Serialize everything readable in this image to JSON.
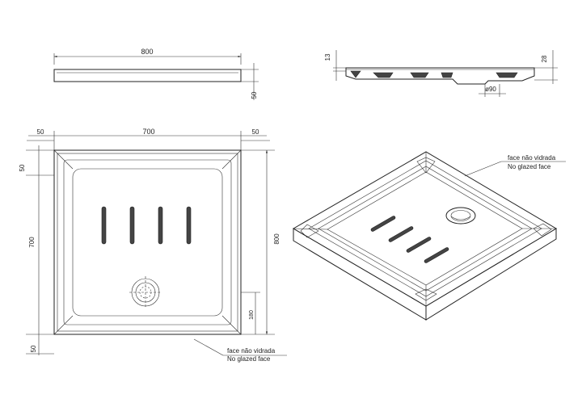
{
  "dimensions": {
    "top_width": "800",
    "top_height": "50",
    "side_height_small": "13",
    "side_height_large": "28",
    "drain_diameter": "ø90",
    "plan_margin_left": "50",
    "plan_inner_width": "700",
    "plan_margin_right": "50",
    "plan_margin_top": "50",
    "plan_inner_height": "700",
    "plan_margin_bottom": "50",
    "plan_total_height": "800",
    "drain_offset": "180"
  },
  "annotations": {
    "plan_note_pt": "face não vidrada",
    "plan_note_en": "No glazed face",
    "iso_note_pt": "face não vidrada",
    "iso_note_en": "No glazed face"
  },
  "colors": {
    "line": "#222222",
    "background": "#ffffff"
  }
}
